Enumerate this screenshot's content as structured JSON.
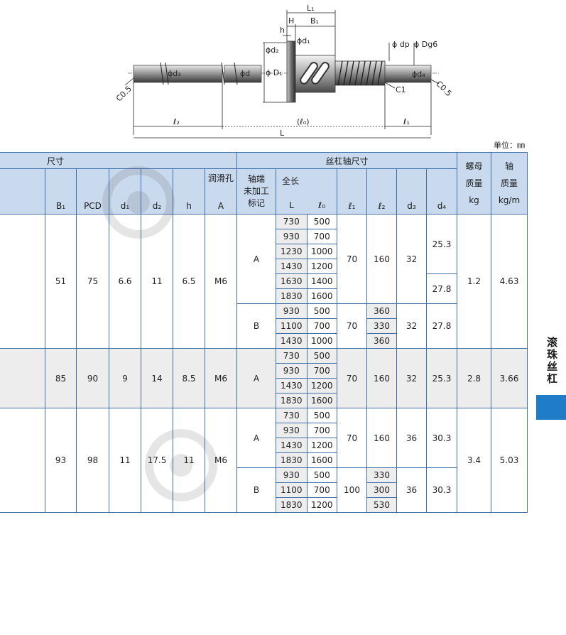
{
  "drawing": {
    "labels": {
      "L1": "L₁",
      "H": "H",
      "B1": "B₁",
      "h": "h",
      "d1": "ϕd₁",
      "d2": "ϕd₂",
      "dp": "ϕ dp",
      "Dg6": "ϕ Dg6",
      "d3": "ϕd₃",
      "d": "ϕd",
      "D1": "ϕ D₁",
      "d4": "ϕd₄",
      "C1": "C1",
      "C05_left": "C0.5",
      "C05_right": "C0.5",
      "l2": "ℓ₂",
      "l0": "(ℓ₀)",
      "l1": "ℓ₁",
      "L": "L"
    }
  },
  "unit_note": "单位：㎜",
  "table": {
    "headers": {
      "size_group": "尺寸",
      "screw_group": "丝杠轴尺寸",
      "nut_mass_line1": "螺母",
      "nut_mass_line2": "质量",
      "nut_mass_unit": "kg",
      "shaft_mass_line1": "轴",
      "shaft_mass_line2": "质量",
      "shaft_mass_unit": "kg/m",
      "oil_hole": "润滑孔",
      "shaft_end_line1": "轴端",
      "shaft_end_line2": "未加工",
      "shaft_end_line3": "标记",
      "total_length": "全长",
      "cols": {
        "B1": "B₁",
        "PCD": "PCD",
        "d1": "d₁",
        "d2": "d₂",
        "h": "h",
        "A": "A",
        "L": "L",
        "l0": "ℓ₀",
        "l1": "ℓ₁",
        "l2": "ℓ₂",
        "d3": "d₃",
        "d4": "d₄"
      }
    },
    "g1": {
      "B1": "51",
      "PCD": "75",
      "d1": "6.6",
      "d2": "11",
      "h": "6.5",
      "A": "M6",
      "nut_mass": "1.2",
      "shaft_mass": "4.63",
      "A_mark": "A",
      "A_l1": "70",
      "A_l2": "160",
      "A_d3": "32",
      "A_d4_top": "25.3",
      "A_d4_bot": "27.8",
      "A_rows": [
        [
          "730",
          "500"
        ],
        [
          "930",
          "700"
        ],
        [
          "1230",
          "1000"
        ],
        [
          "1430",
          "1200"
        ],
        [
          "1630",
          "1400"
        ],
        [
          "1830",
          "1600"
        ]
      ],
      "B_mark": "B",
      "B_l1": "70",
      "B_d3": "32",
      "B_d4": "27.8",
      "B_rows": [
        [
          "930",
          "500",
          "360"
        ],
        [
          "1100",
          "700",
          "330"
        ],
        [
          "1430",
          "1000",
          "360"
        ]
      ]
    },
    "g2": {
      "B1": "85",
      "PCD": "90",
      "d1": "9",
      "d2": "14",
      "h": "8.5",
      "A": "M6",
      "nut_mass": "2.8",
      "shaft_mass": "3.66",
      "mark": "A",
      "l1": "70",
      "l2": "160",
      "d3": "32",
      "d4": "25.3",
      "rows": [
        [
          "730",
          "500"
        ],
        [
          "930",
          "700"
        ],
        [
          "1430",
          "1200"
        ],
        [
          "1830",
          "1600"
        ]
      ]
    },
    "g3": {
      "B1": "93",
      "PCD": "98",
      "d1": "11",
      "d2": "17.5",
      "h": "11",
      "A": "M6",
      "nut_mass": "3.4",
      "shaft_mass": "5.03",
      "A_mark": "A",
      "A_l1": "70",
      "A_l2": "160",
      "A_d3": "36",
      "A_d4": "30.3",
      "A_rows": [
        [
          "730",
          "500"
        ],
        [
          "930",
          "700"
        ],
        [
          "1430",
          "1200"
        ],
        [
          "1830",
          "1600"
        ]
      ],
      "B_mark": "B",
      "B_l1": "100",
      "B_d3": "36",
      "B_d4": "30.3",
      "B_rows": [
        [
          "930",
          "500",
          "330"
        ],
        [
          "1100",
          "700",
          "300"
        ],
        [
          "1830",
          "1200",
          "530"
        ]
      ]
    }
  },
  "side_tab": "滚珠丝杠",
  "colors": {
    "header_bg": "#c9d9ee",
    "border": "#3f6faa",
    "row_highlight": "#ededed",
    "side_bar": "#1f7cc8"
  }
}
